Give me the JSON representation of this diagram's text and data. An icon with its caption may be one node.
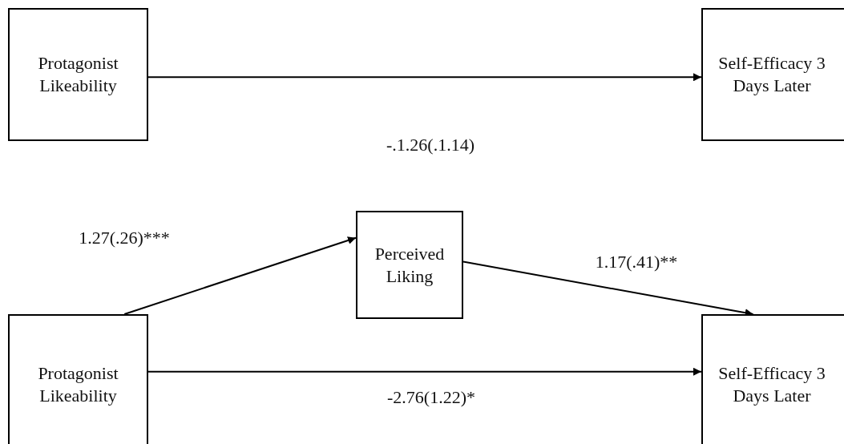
{
  "diagram": {
    "nodes": [
      {
        "text": [
          "Protagonist Likeability"
        ]
      },
      {
        "text": [
          "Self-Efficacy 3 Days Later"
        ]
      },
      {
        "text": [
          "Perceived Liking"
        ]
      },
      {
        "text": [
          "Protagonist Likeability"
        ]
      },
      {
        "text": [
          "Self-Efficacy 3 Days Later"
        ]
      }
    ],
    "edges": [
      {
        "from": 0,
        "to": 1,
        "arrow": "to",
        "label": "-.1.26(.1.14)"
      },
      {
        "from": 3,
        "to": 2,
        "arrow": "to",
        "label": "1.27(.26)***"
      },
      {
        "from": 2,
        "to": 4,
        "arrow": "to",
        "label": "1.17(.41)**"
      },
      {
        "from": 3,
        "to": 4,
        "arrow": "to",
        "label": "-2.76(1.22)*"
      }
    ]
  }
}
